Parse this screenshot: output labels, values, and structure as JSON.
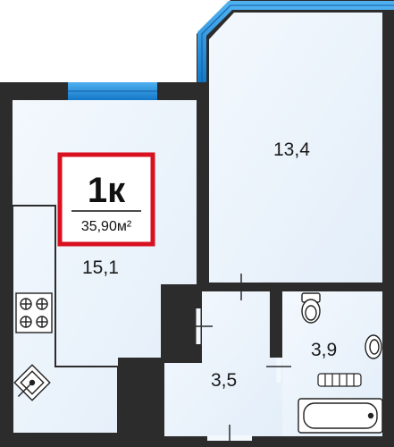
{
  "apartment": {
    "type_label": "1к",
    "total_area": "35,90м²"
  },
  "rooms": [
    {
      "id": "kitchen-living",
      "area": "15,1"
    },
    {
      "id": "bedroom",
      "area": "13,4"
    },
    {
      "id": "hallway",
      "area": "3,5"
    },
    {
      "id": "bathroom",
      "area": "3,9"
    }
  ],
  "colors": {
    "wall": "#2c2c2c",
    "floor": "#e8f1fa",
    "window_glass": "#1f8ee0",
    "badge_border": "#d8101f",
    "fixture_stroke": "#222222"
  },
  "icons": [
    "stove-icon",
    "sink-icon",
    "toilet-icon",
    "washbasin-icon",
    "bathtub-icon",
    "radiator-icon"
  ]
}
